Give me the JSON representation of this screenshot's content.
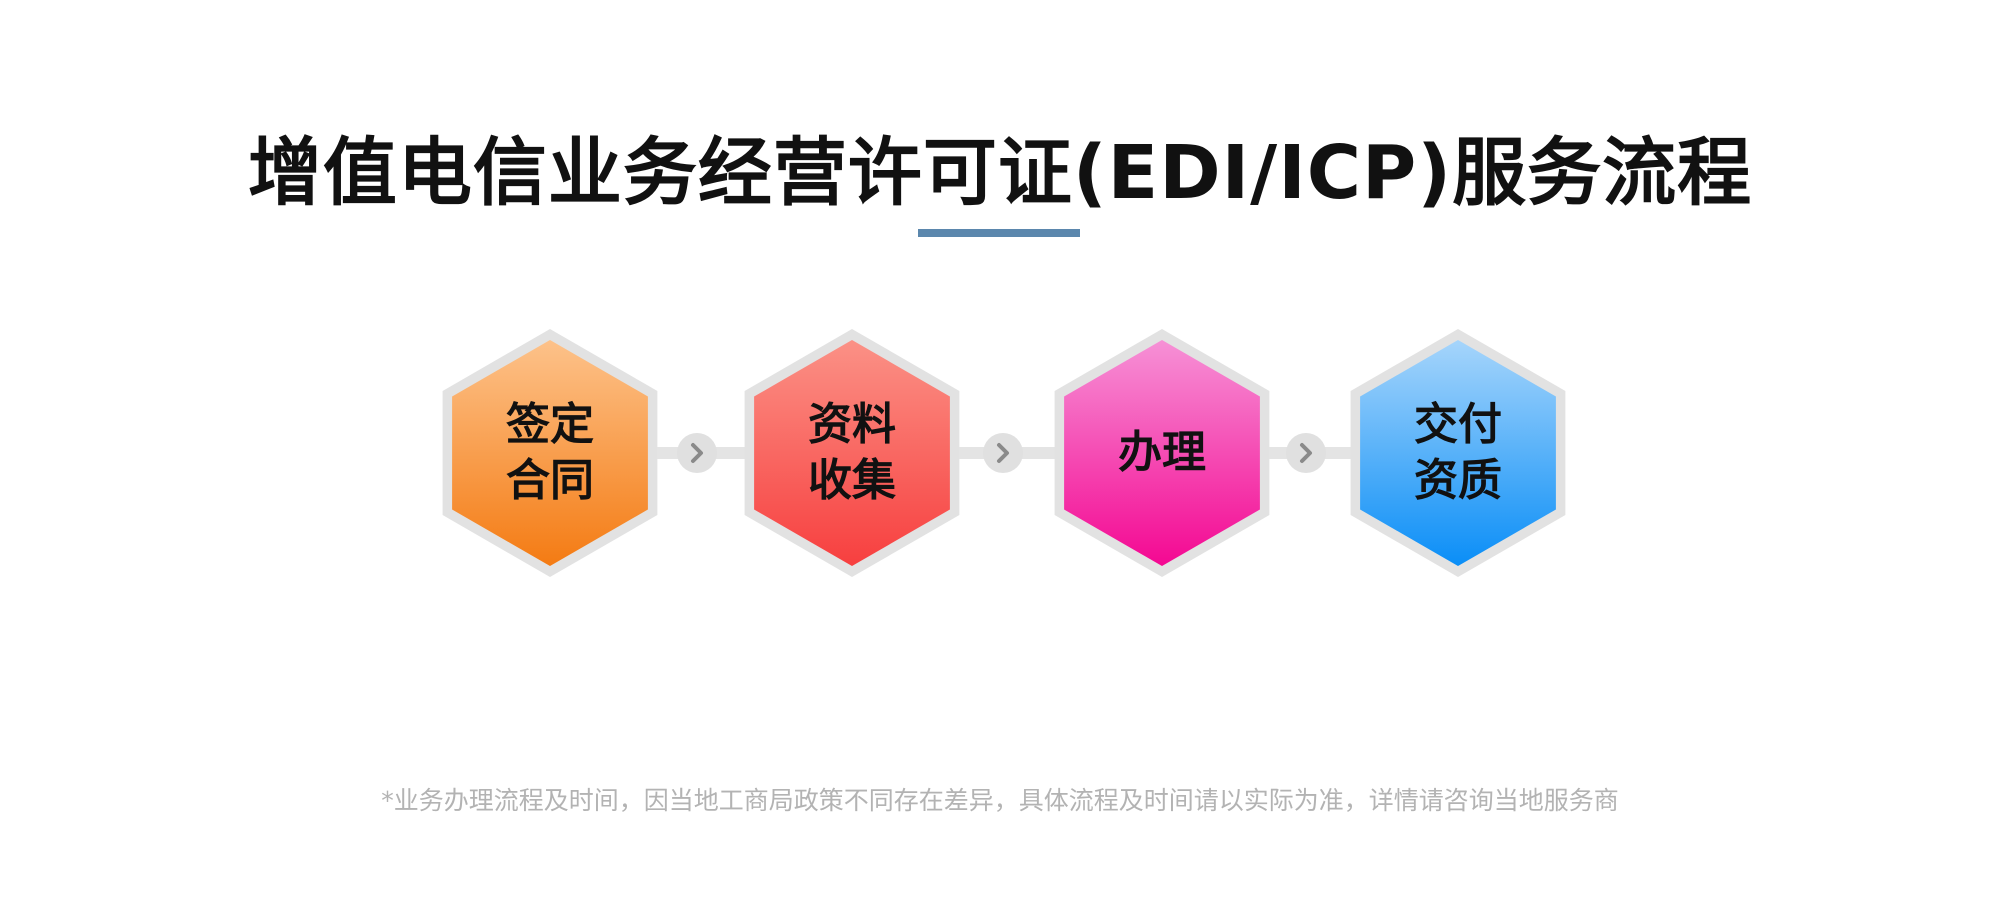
{
  "title": "增值电信业务经营许可证(EDI/ICP)服务流程",
  "accent_color": "#5b87ad",
  "steps": [
    {
      "label": "签定\n合同",
      "color_top": "#fdc28a",
      "color_bottom": "#f47b13"
    },
    {
      "label": "资料\n收集",
      "color_top": "#fb9186",
      "color_bottom": "#f73f3f"
    },
    {
      "label": "办理",
      "color_top": "#f691d6",
      "color_bottom": "#f40892"
    },
    {
      "label": "交付\n资质",
      "color_top": "#a6d5fb",
      "color_bottom": "#0a8ef7"
    }
  ],
  "connector_icon": "chevron-right-icon",
  "footnote": "*业务办理流程及时间，因当地工商局政策不同存在差异，具体流程及时间请以实际为准，详情请咨询当地服务商"
}
